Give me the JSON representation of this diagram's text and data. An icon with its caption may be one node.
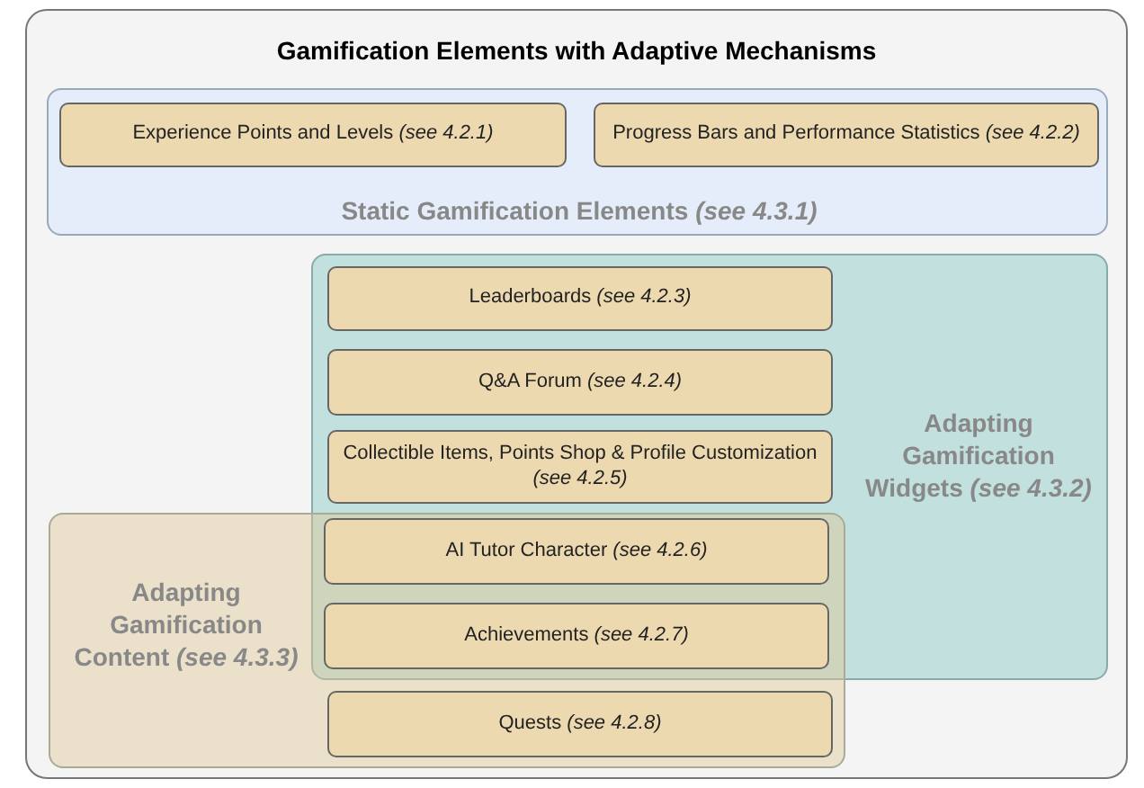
{
  "diagram": {
    "nodes": [
      {
        "text": [
          "Gamification Elements with Adaptive Mechanisms"
        ]
      },
      {
        "text": [
          "Static Gamification Elements *(see 4.3.1)*"
        ],
        "in": 0
      },
      {
        "text": [
          "Experience Points and Levels *(see 4.2.1)*"
        ],
        "in": 1
      },
      {
        "text": [
          "Progress Bars and Performance Statistics *(see 4.2.2)*"
        ],
        "in": 1
      },
      {
        "text": [
          "Adapting Gamification Widgets *(see 4.3.2)*"
        ],
        "in": 0
      },
      {
        "text": [
          "Leaderboards *(see 4.2.3)*"
        ],
        "in": 4
      },
      {
        "text": [
          "Q&A Forum *(see 4.2.4)*"
        ],
        "in": 4
      },
      {
        "text": [
          "Collectible Items, Points Shop & Profile Customization *(see 4.2.5)*"
        ],
        "in": 4
      },
      {
        "text": [
          "Adapting Gamification Content *(see 4.3.3)*"
        ],
        "in": 0
      },
      {
        "text": [
          "AI Tutor Character *(see 4.2.6)*"
        ]
      },
      {
        "text": [
          "Achievements *(see 4.2.7)*"
        ]
      },
      {
        "text": [
          "Quests *(see 4.2.8)*"
        ],
        "in": 8
      }
    ],
    "edges": []
  }
}
